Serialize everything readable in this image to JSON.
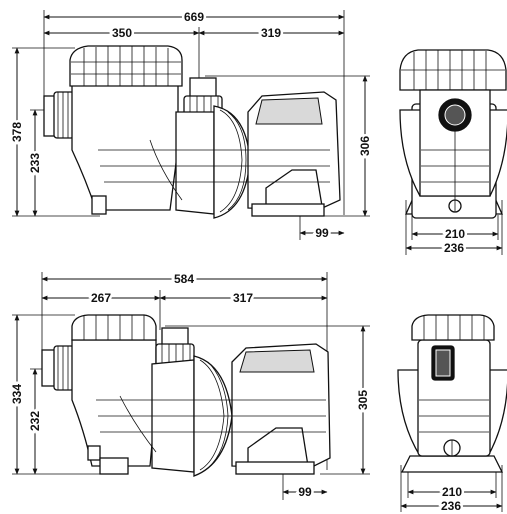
{
  "dimensions": {
    "top_view": {
      "overall_length": "669",
      "inlet_to_outlet": "350",
      "outlet_to_end": "319",
      "total_height": "378",
      "inlet_height": "233",
      "outlet_height": "306",
      "foot_offset": "99",
      "base_inner_width": "210",
      "base_outer_width": "236"
    },
    "bottom_view": {
      "overall_length": "584",
      "inlet_to_outlet": "267",
      "outlet_to_end": "317",
      "total_height": "334",
      "inlet_height": "232",
      "outlet_height": "305",
      "foot_offset": "99",
      "base_inner_width": "210",
      "base_outer_width": "236"
    }
  }
}
